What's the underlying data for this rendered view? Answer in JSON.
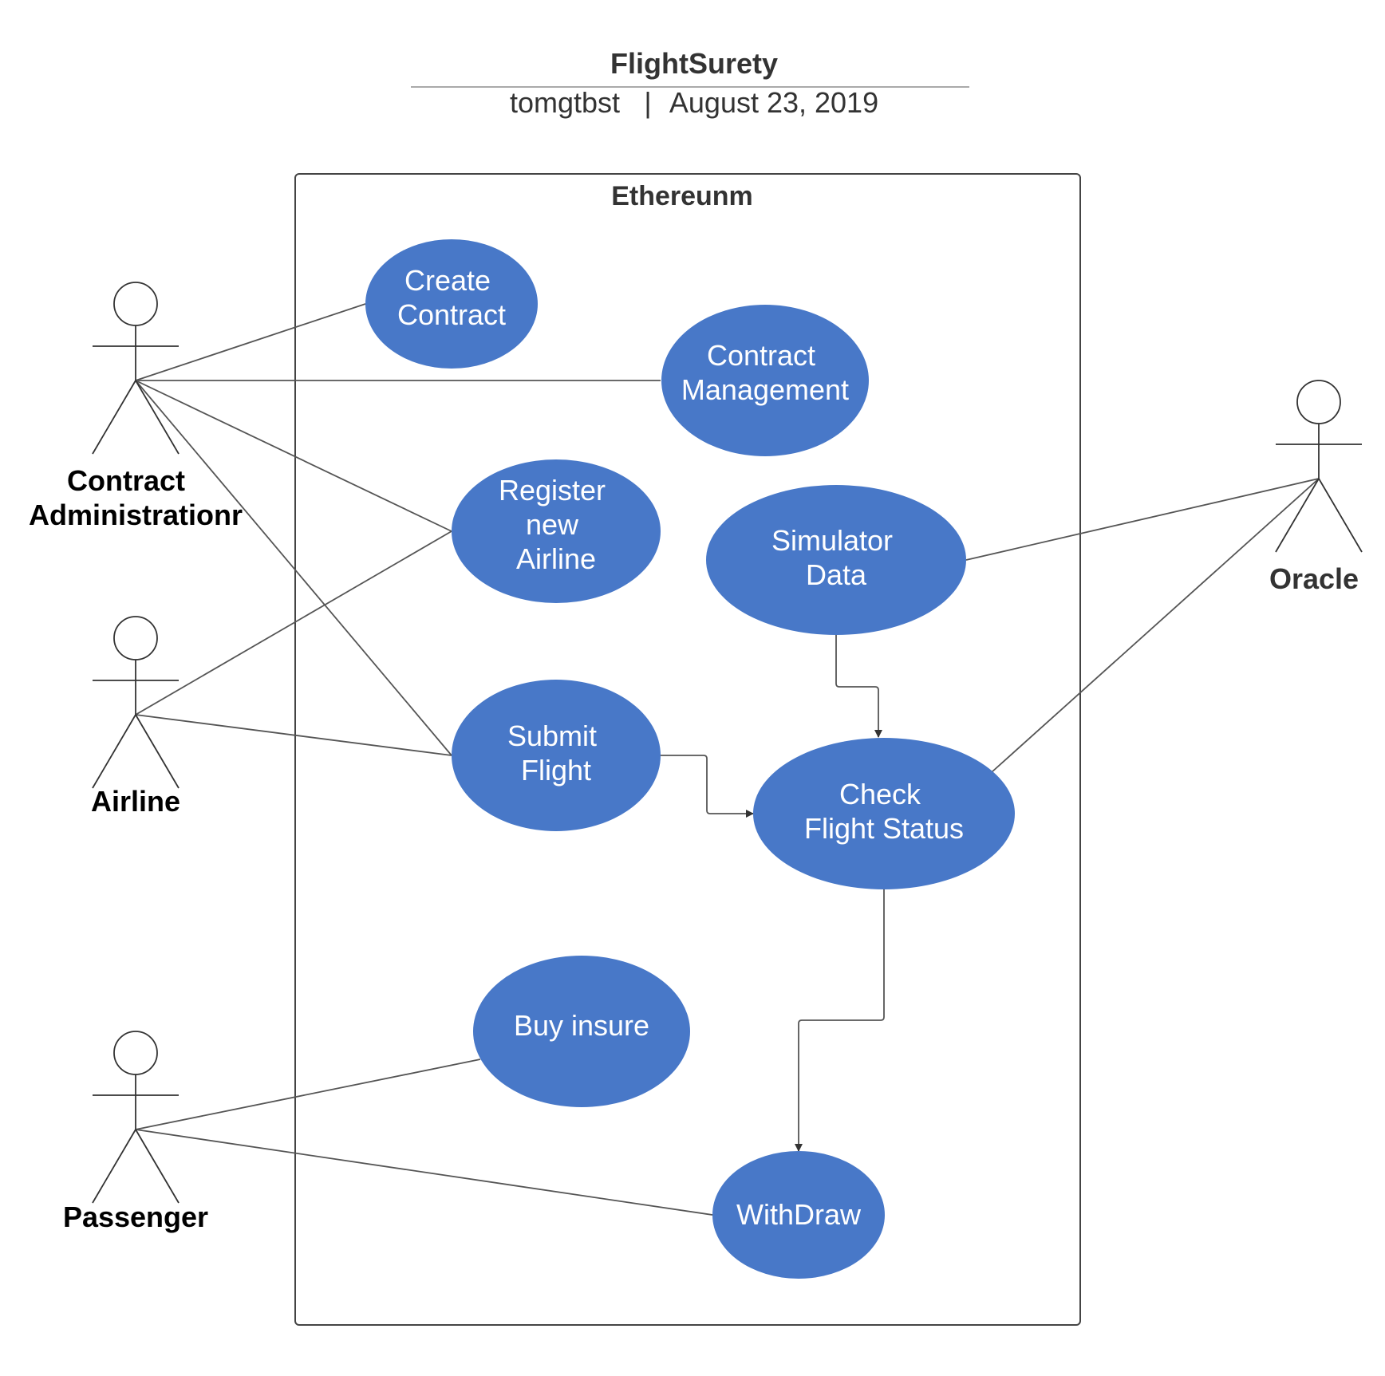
{
  "header": {
    "title": "FlightSurety",
    "author": "tomgtbst",
    "separator": "|",
    "date": "August 23, 2019"
  },
  "system": {
    "label": "Ethereunm"
  },
  "colors": {
    "use_case_fill": "#4878C8",
    "line": "#555555"
  },
  "actors": {
    "admin": {
      "lines": [
        "Contract",
        "Administrationr"
      ]
    },
    "airline": {
      "lines": [
        "Airline"
      ]
    },
    "passenger": {
      "lines": [
        "Passenger"
      ]
    },
    "oracle": {
      "lines": [
        "Oracle"
      ]
    }
  },
  "use_cases": {
    "create_contract": {
      "lines": [
        "Create",
        "Contract"
      ]
    },
    "contract_management": {
      "lines": [
        "Contract",
        "Management"
      ]
    },
    "register_airline": {
      "lines": [
        "Register",
        "new",
        "Airline"
      ]
    },
    "simulator_data": {
      "lines": [
        "Simulator",
        "Data"
      ]
    },
    "submit_flight": {
      "lines": [
        "Submit",
        "Flight"
      ]
    },
    "check_flight_status": {
      "lines": [
        "Check",
        "Flight Status"
      ]
    },
    "buy_insure": {
      "lines": [
        "Buy insure"
      ]
    },
    "withdraw": {
      "lines": [
        "WithDraw"
      ]
    }
  }
}
